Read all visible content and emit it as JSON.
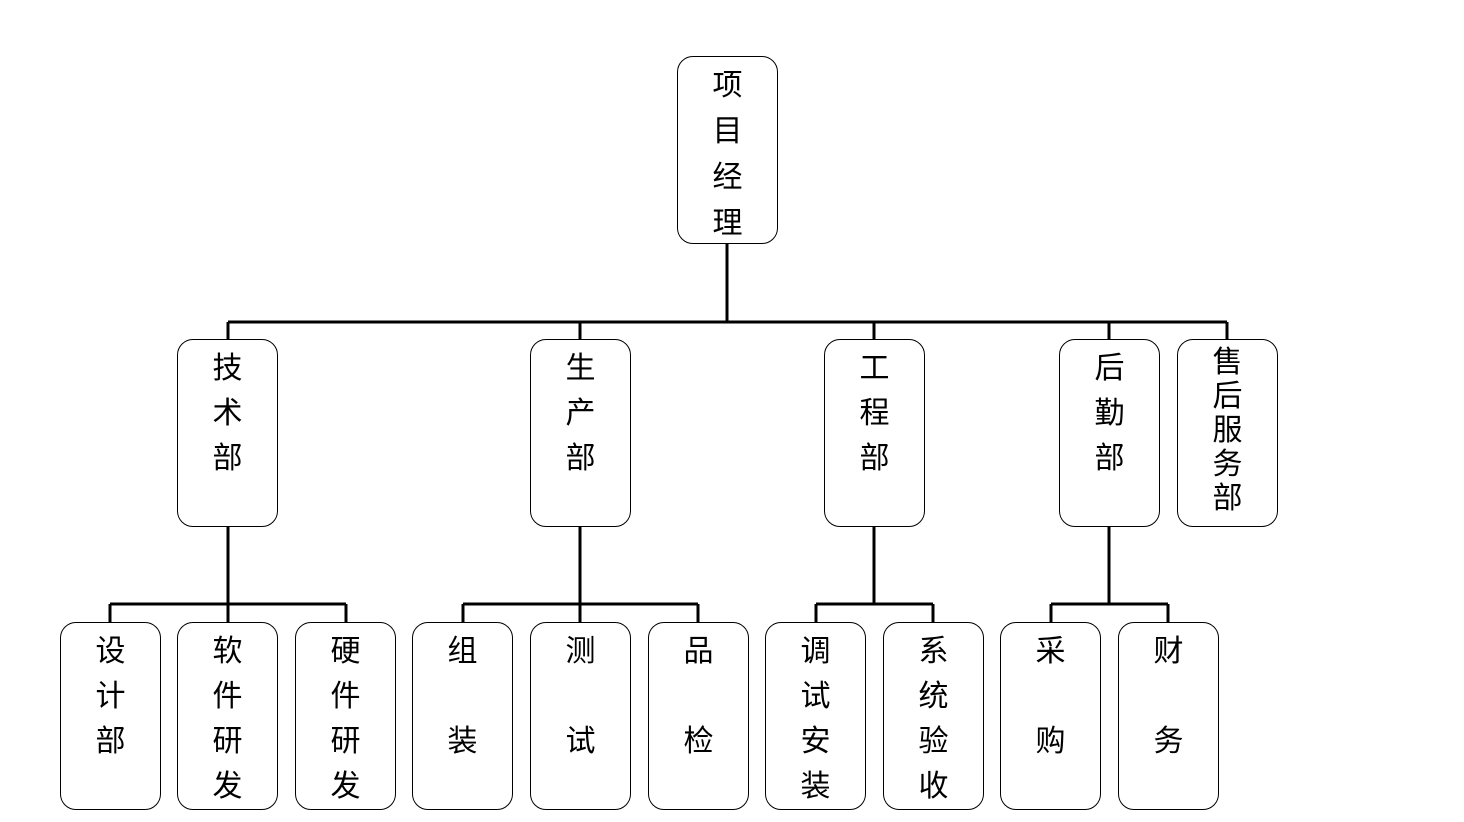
{
  "root": {
    "label": "项目经理"
  },
  "departments": [
    {
      "label": "技术部",
      "children": [
        {
          "label": "设计部"
        },
        {
          "label": "软件研发"
        },
        {
          "label": "硬件研发"
        }
      ]
    },
    {
      "label": "生产部",
      "children": [
        {
          "label": "组装"
        },
        {
          "label": "测试"
        },
        {
          "label": "品检"
        }
      ]
    },
    {
      "label": "工程部",
      "children": [
        {
          "label": "调试安装"
        },
        {
          "label": "系统验收"
        }
      ]
    },
    {
      "label": "后勤部",
      "children": [
        {
          "label": "采购"
        },
        {
          "label": "财务"
        }
      ]
    },
    {
      "label": "售后服务部",
      "children": []
    }
  ]
}
